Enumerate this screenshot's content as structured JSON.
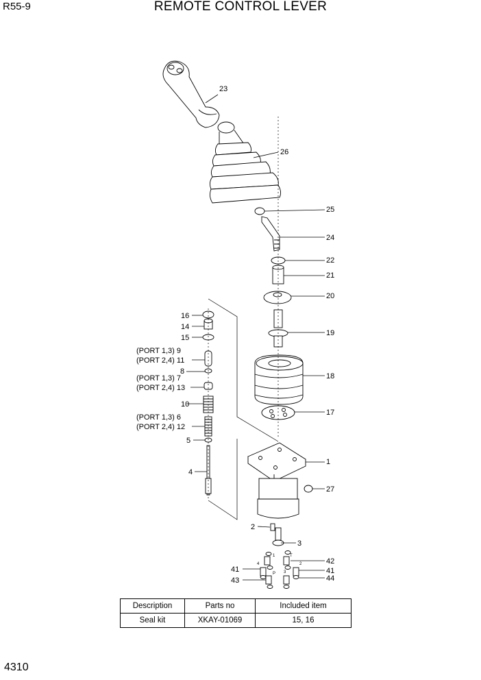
{
  "header": {
    "model": "R55-9",
    "title": "REMOTE CONTROL LEVER"
  },
  "page_number": "4310",
  "callouts": [
    {
      "id": "c23",
      "text": "23"
    },
    {
      "id": "c26",
      "text": "26"
    },
    {
      "id": "c25",
      "text": "25"
    },
    {
      "id": "c24",
      "text": "24"
    },
    {
      "id": "c22",
      "text": "22"
    },
    {
      "id": "c21",
      "text": "21"
    },
    {
      "id": "c20",
      "text": "20"
    },
    {
      "id": "c19",
      "text": "19"
    },
    {
      "id": "c18",
      "text": "18"
    },
    {
      "id": "c17",
      "text": "17"
    },
    {
      "id": "c1",
      "text": "1"
    },
    {
      "id": "c27",
      "text": "27"
    },
    {
      "id": "c3",
      "text": "3"
    },
    {
      "id": "c2",
      "text": "2"
    },
    {
      "id": "c42",
      "text": "42"
    },
    {
      "id": "c41r",
      "text": "41"
    },
    {
      "id": "c44",
      "text": "44"
    },
    {
      "id": "c41l",
      "text": "41"
    },
    {
      "id": "c43",
      "text": "43"
    },
    {
      "id": "c16",
      "text": "16"
    },
    {
      "id": "c14",
      "text": "14"
    },
    {
      "id": "c15",
      "text": "15"
    },
    {
      "id": "c9",
      "text": "(PORT 1,3)  9"
    },
    {
      "id": "c11",
      "text": "(PORT 2,4) 11"
    },
    {
      "id": "c8",
      "text": "8"
    },
    {
      "id": "c7",
      "text": "(PORT 1,3) 7"
    },
    {
      "id": "c13",
      "text": "(PORT 2,4) 13"
    },
    {
      "id": "c10",
      "text": "10"
    },
    {
      "id": "c6",
      "text": "(PORT 1,3)  6"
    },
    {
      "id": "c12",
      "text": "(PORT 2,4) 12"
    },
    {
      "id": "c5",
      "text": "5"
    },
    {
      "id": "c4",
      "text": "4"
    }
  ],
  "port_marks": [
    "1",
    "2",
    "3",
    "4",
    "P",
    "T"
  ],
  "kit_table": {
    "headers": [
      "Description",
      "Parts no",
      "Included item"
    ],
    "rows": [
      [
        "Seal kit",
        "XKAY-01069",
        "15, 16"
      ]
    ]
  }
}
